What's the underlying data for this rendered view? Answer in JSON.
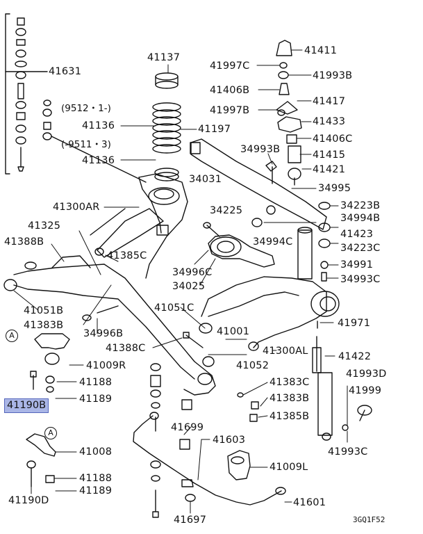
{
  "highlight_color": "#aab6e6",
  "parts": {
    "p41631": "41631",
    "p41137": "41137",
    "p41136a": "41136",
    "p41136b": "41136",
    "p41197": "41197",
    "p41411": "41411",
    "p41997c_a": "41997C",
    "p41993b_top": "41993B",
    "p41406b": "41406B",
    "p41417": "41417",
    "p41997b": "41997B",
    "p41433": "41433",
    "p41406c": "41406C",
    "p34993b": "34993B",
    "p41415": "41415",
    "p41421": "41421",
    "p34031": "34031",
    "p34995": "34995",
    "p34225": "34225",
    "p34223b": "34223B",
    "p41300ar": "41300AR",
    "p34994b": "34994B",
    "p41325": "41325",
    "p41423": "41423",
    "p34994c": "34994C",
    "p34223c": "34223C",
    "p41388b": "41388B",
    "p41385c": "41385C",
    "p34991": "34991",
    "p34996c": "34996C",
    "p34993c": "34993C",
    "p34025": "34025",
    "p41051b": "41051B",
    "p41051c": "41051C",
    "p41383b_a": "41383B",
    "p41971": "41971",
    "p34996b": "34996B",
    "p41001": "41001",
    "p41300al": "41300AL",
    "p41388c": "41388C",
    "p41422": "41422",
    "p41009r": "41009R",
    "p41052": "41052",
    "p41993d": "41993D",
    "p41188_a": "41188",
    "p41383c": "41383C",
    "p41190b": "41190B",
    "p41189_a": "41189",
    "p41383b_b": "41383B",
    "p41999": "41999",
    "p41385b": "41385B",
    "p41699": "41699",
    "p41603": "41603",
    "p41993c": "41993C",
    "p41008": "41008",
    "p41009l": "41009L",
    "p41188_b": "41188",
    "p41190d": "41190D",
    "p41189_b": "41189",
    "p41601": "41601",
    "p41697": "41697"
  },
  "notes": {
    "date_from": "(9512・1-)",
    "date_to": "(-9511・3)"
  },
  "callout_letter": "A",
  "drawing_code": "3GQ1F52"
}
